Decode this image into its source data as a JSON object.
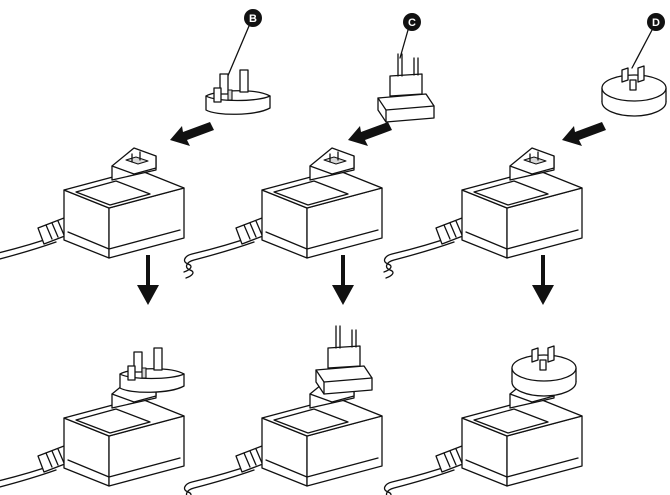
{
  "markers": [
    {
      "id": "plug-b",
      "letter": "B"
    },
    {
      "id": "plug-c",
      "letter": "C"
    },
    {
      "id": "plug-d",
      "letter": "D"
    }
  ],
  "icons": [
    "uk-plug-icon",
    "eu-plug-icon",
    "au-plug-icon",
    "power-adapter-icon",
    "insert-arrow-icon",
    "down-arrow-icon",
    "cable-icon"
  ],
  "colors": {
    "line": "#111111",
    "shade": "#d8d8d8",
    "background": "#ffffff"
  }
}
